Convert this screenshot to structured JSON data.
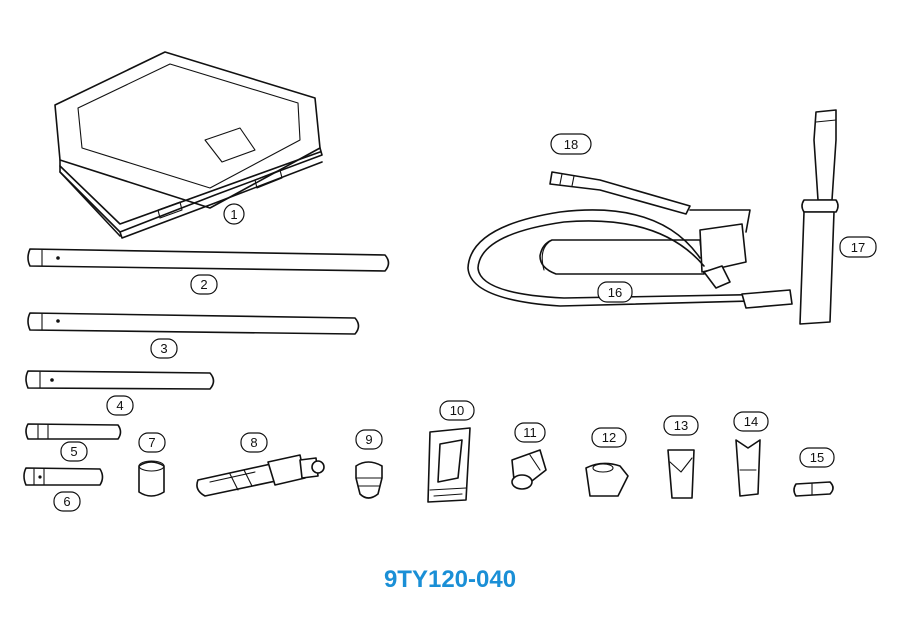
{
  "part_code": "9TY120-040",
  "accent_color": "#1a8fd6",
  "callouts": [
    "1",
    "2",
    "3",
    "4",
    "5",
    "6",
    "7",
    "8",
    "9",
    "10",
    "11",
    "12",
    "13",
    "14",
    "15",
    "16",
    "17",
    "18"
  ]
}
